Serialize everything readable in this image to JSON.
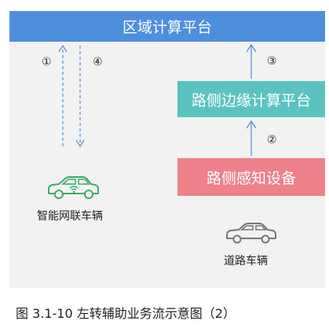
{
  "platform": {
    "title": "区域计算平台"
  },
  "edge_platform": {
    "title": "路侧边缘计算平台"
  },
  "roadside_device": {
    "title": "路侧感知设备"
  },
  "steps": {
    "s1": "①",
    "s2": "②",
    "s3": "③",
    "s4": "④"
  },
  "vehicles": {
    "connected": {
      "label": "智能网联车辆",
      "icon": "connected-car-icon"
    },
    "road": {
      "label": "道路车辆",
      "icon": "car-icon"
    }
  },
  "caption": "图 3.1-10  左转辅助业务流示意图（2）",
  "colors": {
    "top_bar": "#4e8fdd",
    "edge_box": "#5bc3bf",
    "device_box": "#ee8189",
    "arrow": "#4e8fdd",
    "connected_car": "#3daa6a",
    "road_car": "#777777",
    "background": "#f2f2f2"
  }
}
